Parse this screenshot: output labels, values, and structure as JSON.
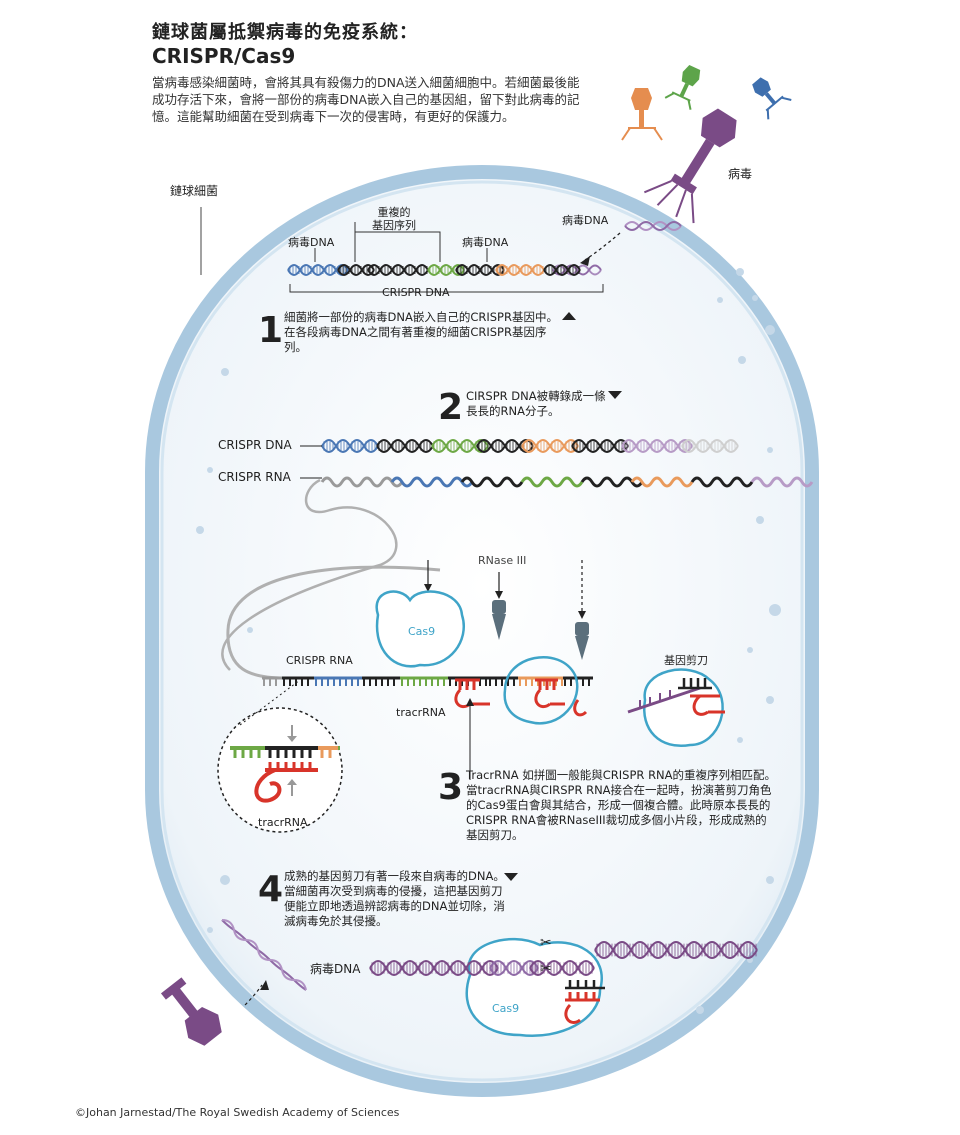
{
  "header": {
    "title_line1": "鏈球菌屬抵禦病毒的免疫系統：",
    "title_line2": "CRISPR/Cas9",
    "intro": "當病毒感染細菌時，會將其具有殺傷力的DNA送入細菌細胞中。若細菌最後能成功存活下來，會將一部份的病毒DNA嵌入自己的基因組，留下對此病毒的記憶。這能幫助細菌在受到病毒下一次的侵害時，有更好的保護力。"
  },
  "labels": {
    "bacterium": "鏈球細菌",
    "virus": "病毒",
    "virus_dna_top": "病毒DNA",
    "virus_dna_left": "病毒DNA",
    "repeat_seq": "重複的\n基因序列",
    "virus_dna_right": "病毒DNA",
    "crispr_dna_bracket": "CRISPR DNA",
    "crispr_dna": "CRISPR DNA",
    "crispr_rna": "CRISPR RNA",
    "rnase": "RNase III",
    "cas9_a": "Cas9",
    "crispr_rna_2": "CRISPR RNA",
    "tracr_a": "tracrRNA",
    "tracr_b": "tracrRNA",
    "gene_scissors": "基因剪刀",
    "virus_dna_bottom": "病毒DNA",
    "cas9_b": "Cas9"
  },
  "steps": [
    {
      "num": "1",
      "text": "細菌將一部份的病毒DNA嵌入自己的CRISPR基因中。在各段病毒DNA之間有著重複的細菌CRISPR基因序列。"
    },
    {
      "num": "2",
      "text": "CIRSPR  DNA被轉錄成一條長長的RNA分子。"
    },
    {
      "num": "3",
      "text": "TracrRNA 如拼圖一般能與CRISPR RNA的重複序列相匹配。當tracrRNA與CIRSPR  RNA接合在一起時，扮演著剪刀角色的Cas9蛋白會與其結合，形成一個複合體。此時原本長長的CRISPR RNA會被RNaseIII裁切成多個小片段，形成成熟的基因剪刀。"
    },
    {
      "num": "4",
      "text": "成熟的基因剪刀有著一段來自病毒的DNA。當細菌再次受到病毒的侵擾，這把基因剪刀便能立即地透過辨認病毒的DNA並切除，消滅病毒免於其侵擾。"
    }
  ],
  "colors": {
    "cell_fill": "#dbe9f3",
    "cell_border": "#9ec3dd",
    "virus_purple": "#7a4b86",
    "blue": "#4a77b4",
    "black": "#222222",
    "green": "#6da845",
    "orange": "#e99a5c",
    "lilac": "#b79bc6",
    "red": "#d8342a",
    "cas9": "#3fa4c8",
    "grey": "#9a9a9a"
  },
  "credit": "©Johan Jarnestad/The Royal Swedish Academy of Sciences"
}
